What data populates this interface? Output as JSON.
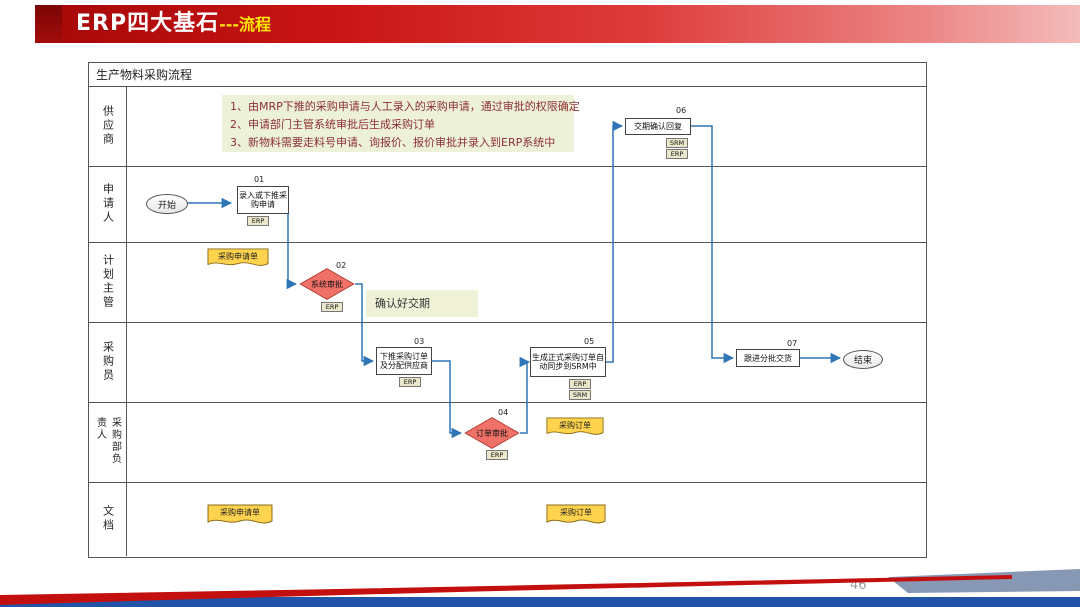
{
  "header": {
    "title_main": "ERP四大基石",
    "title_suffix": "---流程"
  },
  "flowchart": {
    "title": "生产物料采购流程",
    "lanes": [
      {
        "label": "供应商"
      },
      {
        "label": "申请人"
      },
      {
        "label": "计划主管"
      },
      {
        "label": "采购员"
      },
      {
        "label": "采购部负责人"
      },
      {
        "label": "文档"
      }
    ],
    "notes": {
      "line1": "1、由MRP下推的采购申请与人工录入的采购申请，通过审批的权限确定",
      "line2": "2、申请部门主管系统审批后生成采购订单",
      "line3": "3、新物料需要走料号申请、询报价、报价审批并录入到ERP系统中"
    },
    "nodes": {
      "start": {
        "label": "开始"
      },
      "step01": {
        "num": "01",
        "label": "录入或下推采购申请",
        "tag": "ERP"
      },
      "doc_request_plan": {
        "label": "采购申请单"
      },
      "step02": {
        "num": "02",
        "label": "系统审批",
        "tag": "ERP"
      },
      "delivery_note": {
        "label": "确认好交期"
      },
      "step03": {
        "num": "03",
        "label": "下推采购订单及分配供应商",
        "tag": "ERP"
      },
      "step04": {
        "num": "04",
        "label": "订单审批",
        "tag": "ERP"
      },
      "doc_order_head": {
        "label": "采购订单"
      },
      "step05": {
        "num": "05",
        "label": "生成正式采购订单自动同步到SRM中",
        "tag1": "ERP",
        "tag2": "SRM"
      },
      "step06": {
        "num": "06",
        "label": "交期确认回复",
        "tag1": "SRM",
        "tag2": "ERP"
      },
      "step07": {
        "num": "07",
        "label": "跟进分批交货"
      },
      "end": {
        "label": "结束"
      },
      "doc_request_file": {
        "label": "采购申请单"
      },
      "doc_order_file": {
        "label": "采购订单"
      }
    }
  },
  "footer": {
    "page_number": "46"
  },
  "colors": {
    "banner_red": "#c91414",
    "title_suffix_yellow": "#ffe600",
    "diamond_red": "#ef7168",
    "document_yellow": "#ffd34d",
    "connector_blue": "#2e75b6",
    "note_bg": "#eef1d9",
    "footer_blue": "#2153a8"
  }
}
